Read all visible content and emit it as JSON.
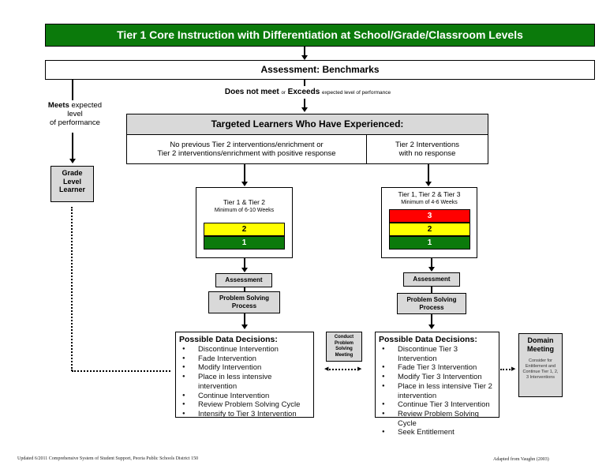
{
  "banner": "Tier 1 Core Instruction with Differentiation at School/Grade/Classroom Levels",
  "benchmarks": "Assessment: Benchmarks",
  "branch": {
    "does_not_meet": "Does not meet",
    "or": "or",
    "exceeds": "Exceeds",
    "suffix": "expected level of performance"
  },
  "meets": {
    "bold": "Meets",
    "rest1": "expected",
    "rest2": "level",
    "rest3": "of performance"
  },
  "grade_learner": [
    "Grade",
    "Level",
    "Learner"
  ],
  "targeted": {
    "title": "Targeted Learners Who Have Experienced:",
    "left_line1": "No previous Tier 2 interventions/enrichment or",
    "left_line2": "Tier 2 interventions/enrichment with positive response",
    "right_line1": "Tier 2 Interventions",
    "right_line2": "with no response"
  },
  "left_path": {
    "tier_title": "Tier 1 & Tier 2",
    "duration": "Minimum of 6-10 Weeks",
    "bars": [
      "2",
      "1"
    ],
    "assessment": "Assessment",
    "problem_solving": "Problem Solving Process",
    "decisions_title": "Possible Data Decisions:",
    "decisions": [
      "Discontinue Intervention",
      "Fade Intervention",
      "Modify Intervention",
      "Place in less intensive intervention",
      "Continue Intervention",
      "Review Problem Solving Cycle",
      "Intensify to Tier 3 Intervention"
    ]
  },
  "right_path": {
    "tier_title": "Tier 1, Tier 2 & Tier 3",
    "duration": "Minimum of 4-6 Weeks",
    "bars": [
      "3",
      "2",
      "1"
    ],
    "assessment": "Assessment",
    "problem_solving": "Problem Solving Process",
    "decisions_title": "Possible Data Decisions:",
    "decisions": [
      "Discontinue Tier 3 Intervention",
      "Fade Tier 3 Intervention",
      "Modify Tier 3 Intervention",
      "Place in less intensive Tier 2 intervention",
      "Continue Tier 3 Intervention",
      "Review Problem Solving Cycle",
      "Seek Entitlement"
    ]
  },
  "conduct": "Conduct Problem Solving Meeting",
  "domain": {
    "title": "Domain Meeting",
    "body": "Consider for Entitlement and Continue Tier 1, 2, 3 Interventions"
  },
  "footer": {
    "left": "Updated 6/2011  Comprehensive System of Student Support, Peoria Public Schools District 150",
    "right": "Adapted from Vaughn (2003)"
  },
  "colors": {
    "green": "#0b7a0b",
    "yellow": "#ffff00",
    "red": "#ff0000",
    "gray": "#d9d9d9"
  }
}
